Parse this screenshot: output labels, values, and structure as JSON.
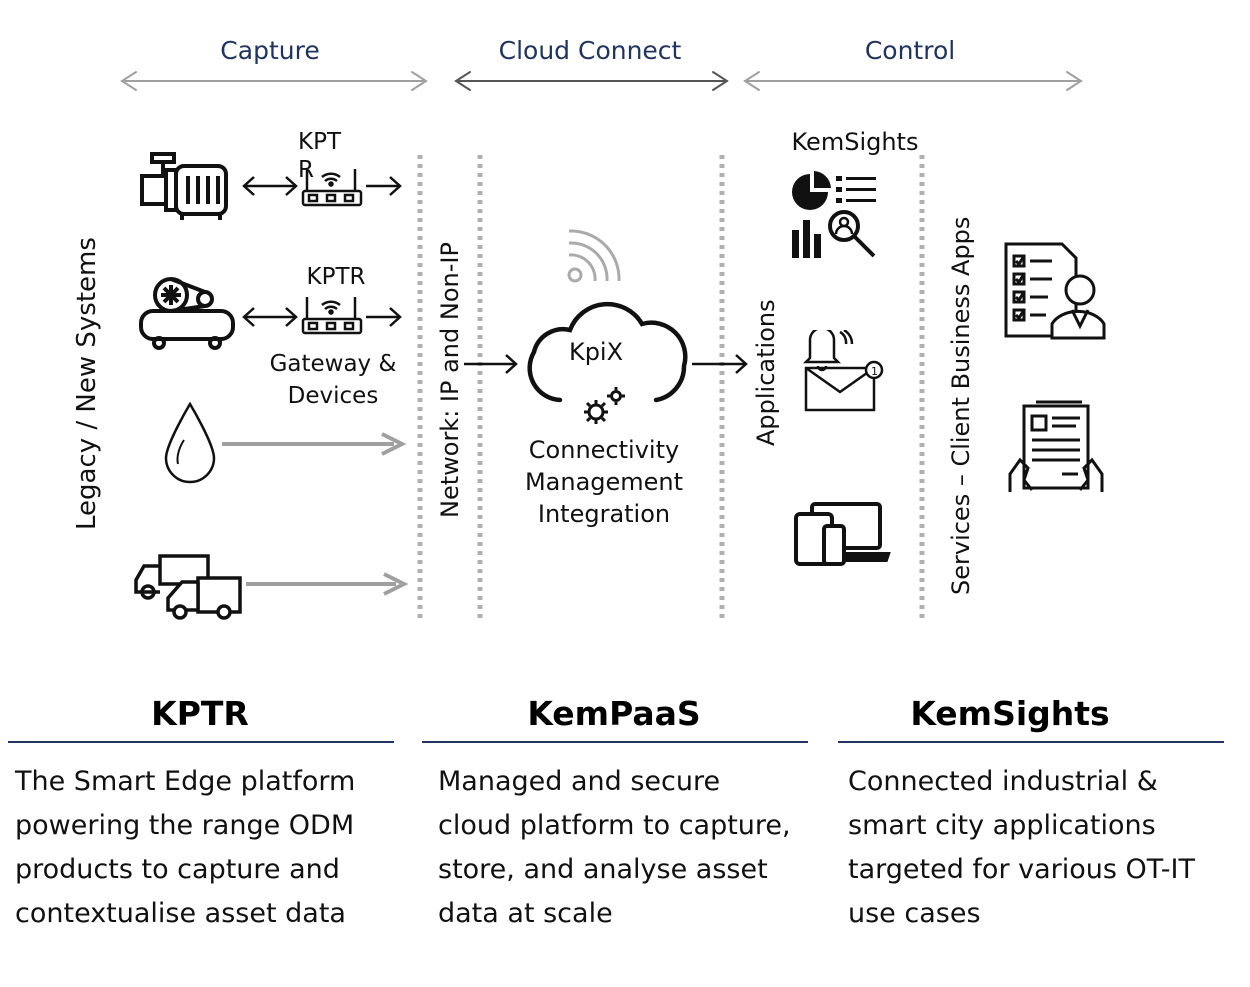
{
  "stages": [
    "Capture",
    "Cloud Connect",
    "Control"
  ],
  "labels": {
    "legacy_systems": "Legacy / New Systems",
    "device_1": "KPT\nR",
    "device_2": "KPTR",
    "gateway": "Gateway &\nDevices",
    "network": "Network: IP and Non-IP",
    "cloud": "KpiX",
    "cloud_caption": "Connectivity\nManagement\nIntegration",
    "applications": "Applications",
    "kemsights_top": "KemSights",
    "services": "Services – Client Business Apps"
  },
  "products": [
    {
      "title": "KPTR",
      "description": "The Smart Edge platform powering the range ODM products to capture and contextualise asset data"
    },
    {
      "title": "KemPaaS",
      "description": "Managed and secure cloud platform to capture, store, and analyse asset data at scale"
    },
    {
      "title": "KemSights",
      "description": "Connected industrial & smart city applications targeted for various OT-IT use cases"
    }
  ],
  "icons": [
    "motor-icon",
    "compressor-icon",
    "water-drop-icon",
    "trucks-icon",
    "router-icon",
    "wifi-signal-icon",
    "cloud-icon",
    "gears-icon",
    "analytics-icon",
    "notification-mail-icon",
    "devices-icon",
    "checklist-person-icon",
    "document-hands-icon"
  ],
  "colors": {
    "heading": "#1f3560",
    "rule": "#1f3560",
    "arrow_gray": "#a0a0a0",
    "divider": "#b0b0b0"
  }
}
